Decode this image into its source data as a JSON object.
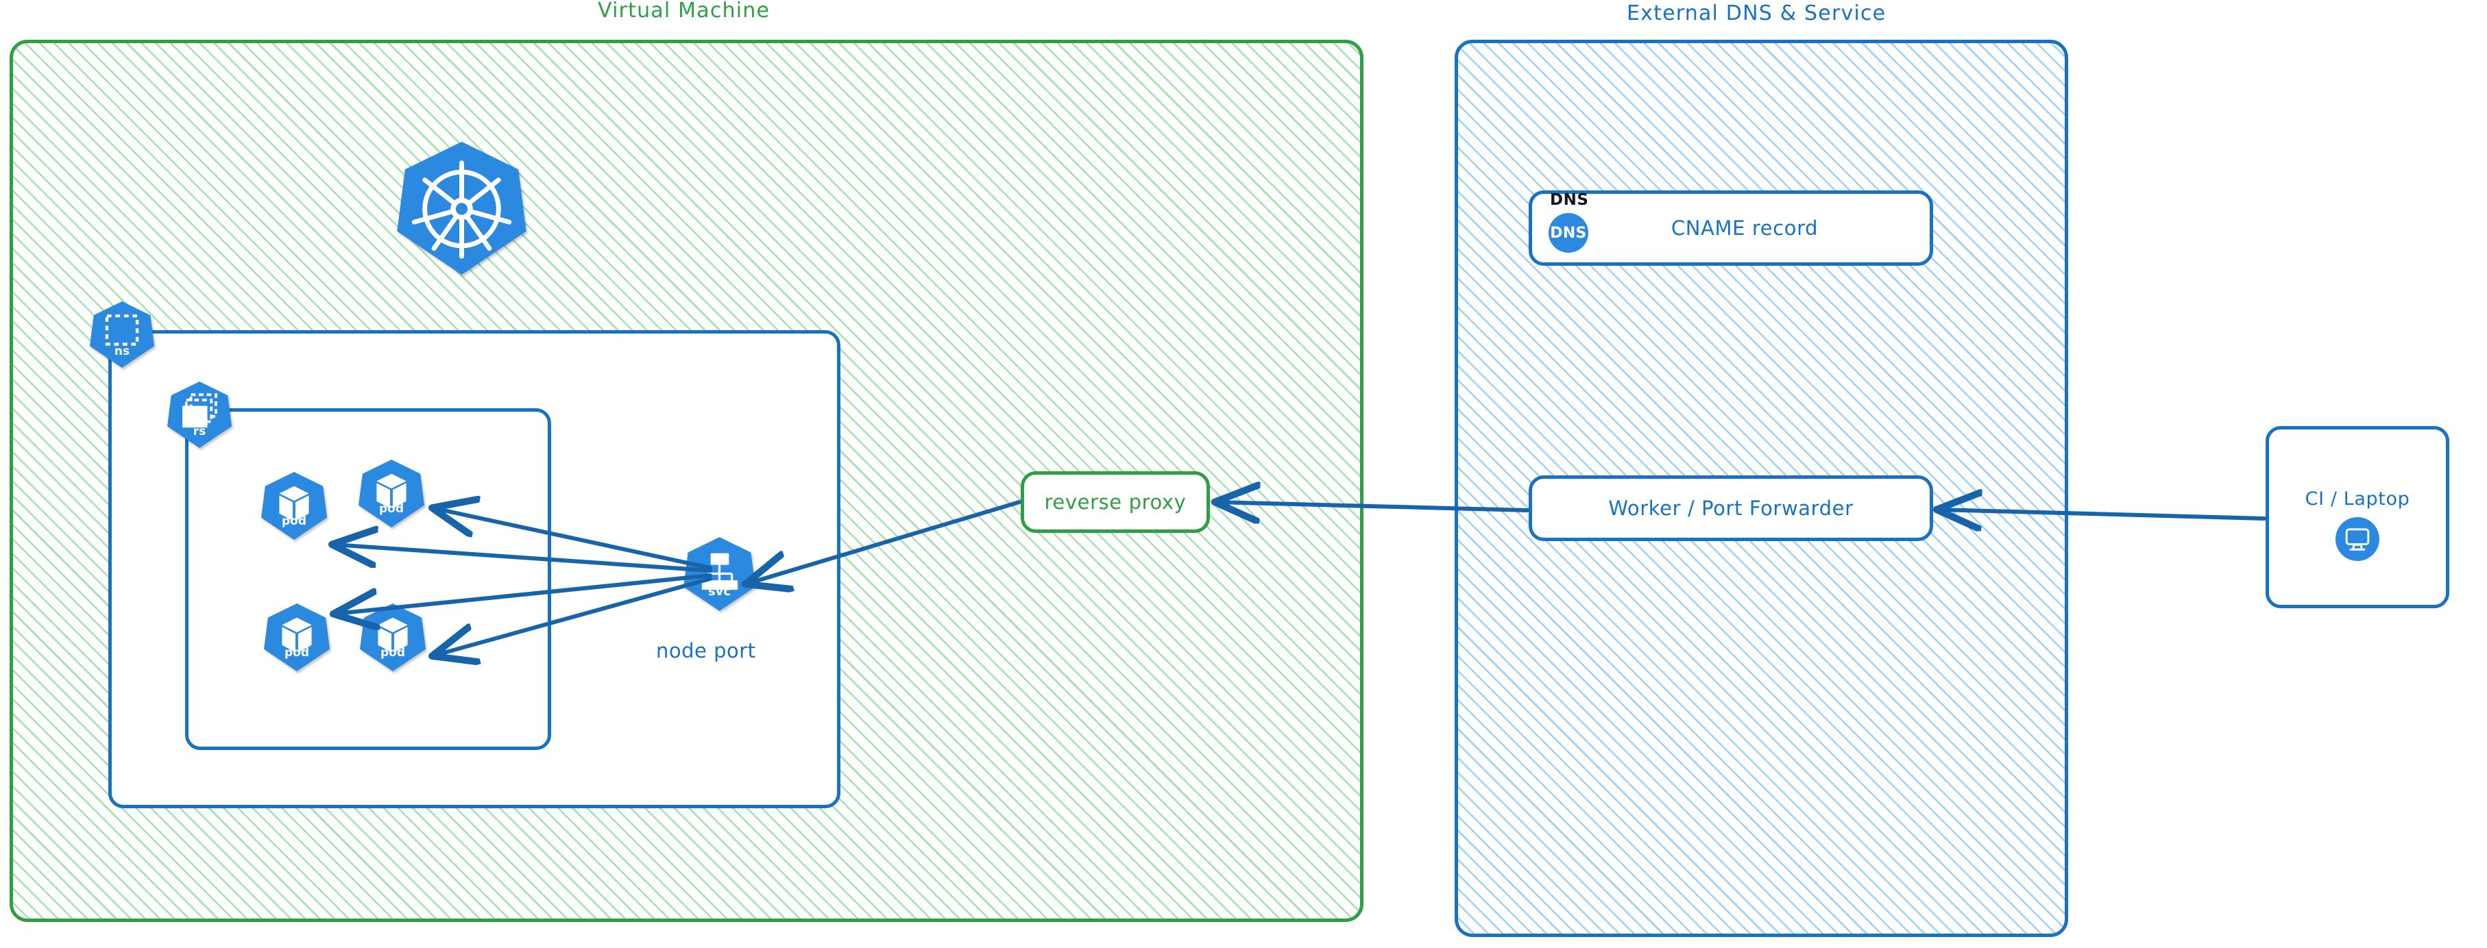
{
  "diagram": {
    "title_left": "Virtual Machine",
    "title_right": "External DNS & Service",
    "accent_green": "#2f9e44",
    "accent_blue": "#1971c2",
    "k8s_blue": "#2b8ae0"
  },
  "vm_group": {
    "label": "Virtual Machine",
    "color": "#2f9e44",
    "kubernetes_logo": {
      "name": "kubernetes-wheel"
    },
    "namespace": {
      "badge_label": "ns",
      "icon": "dashed-square"
    },
    "replicaset": {
      "badge_label": "rs",
      "icon": "stacked-dashed-squares"
    },
    "pods": [
      {
        "label": "pod"
      },
      {
        "label": "pod"
      },
      {
        "label": "pod"
      },
      {
        "label": "pod"
      }
    ],
    "service": {
      "badge_label": "svc",
      "icon": "org-chart",
      "caption": "node port"
    },
    "reverse_proxy": {
      "label": "reverse proxy",
      "color": "#2f9e44"
    }
  },
  "external_group": {
    "label": "External DNS & Service",
    "color": "#1971c2",
    "dns_card": {
      "corner_tag": "DNS",
      "badge_text": "DNS",
      "label": "CNAME record"
    },
    "worker_card": {
      "label": "Worker / Port Forwarder"
    }
  },
  "client": {
    "label": "CI / Laptop",
    "icon": "desktop-monitor-icon"
  },
  "connections": [
    {
      "from": "service",
      "to": "pod-1",
      "style": "arrow"
    },
    {
      "from": "service",
      "to": "pod-2",
      "style": "arrow"
    },
    {
      "from": "service",
      "to": "pod-3",
      "style": "arrow"
    },
    {
      "from": "service",
      "to": "pod-4",
      "style": "arrow"
    },
    {
      "from": "reverse-proxy",
      "to": "service",
      "style": "arrow"
    },
    {
      "from": "worker-port-forwarder",
      "to": "reverse-proxy",
      "style": "arrow"
    },
    {
      "from": "ci-laptop",
      "to": "worker-port-forwarder",
      "style": "arrow"
    }
  ]
}
